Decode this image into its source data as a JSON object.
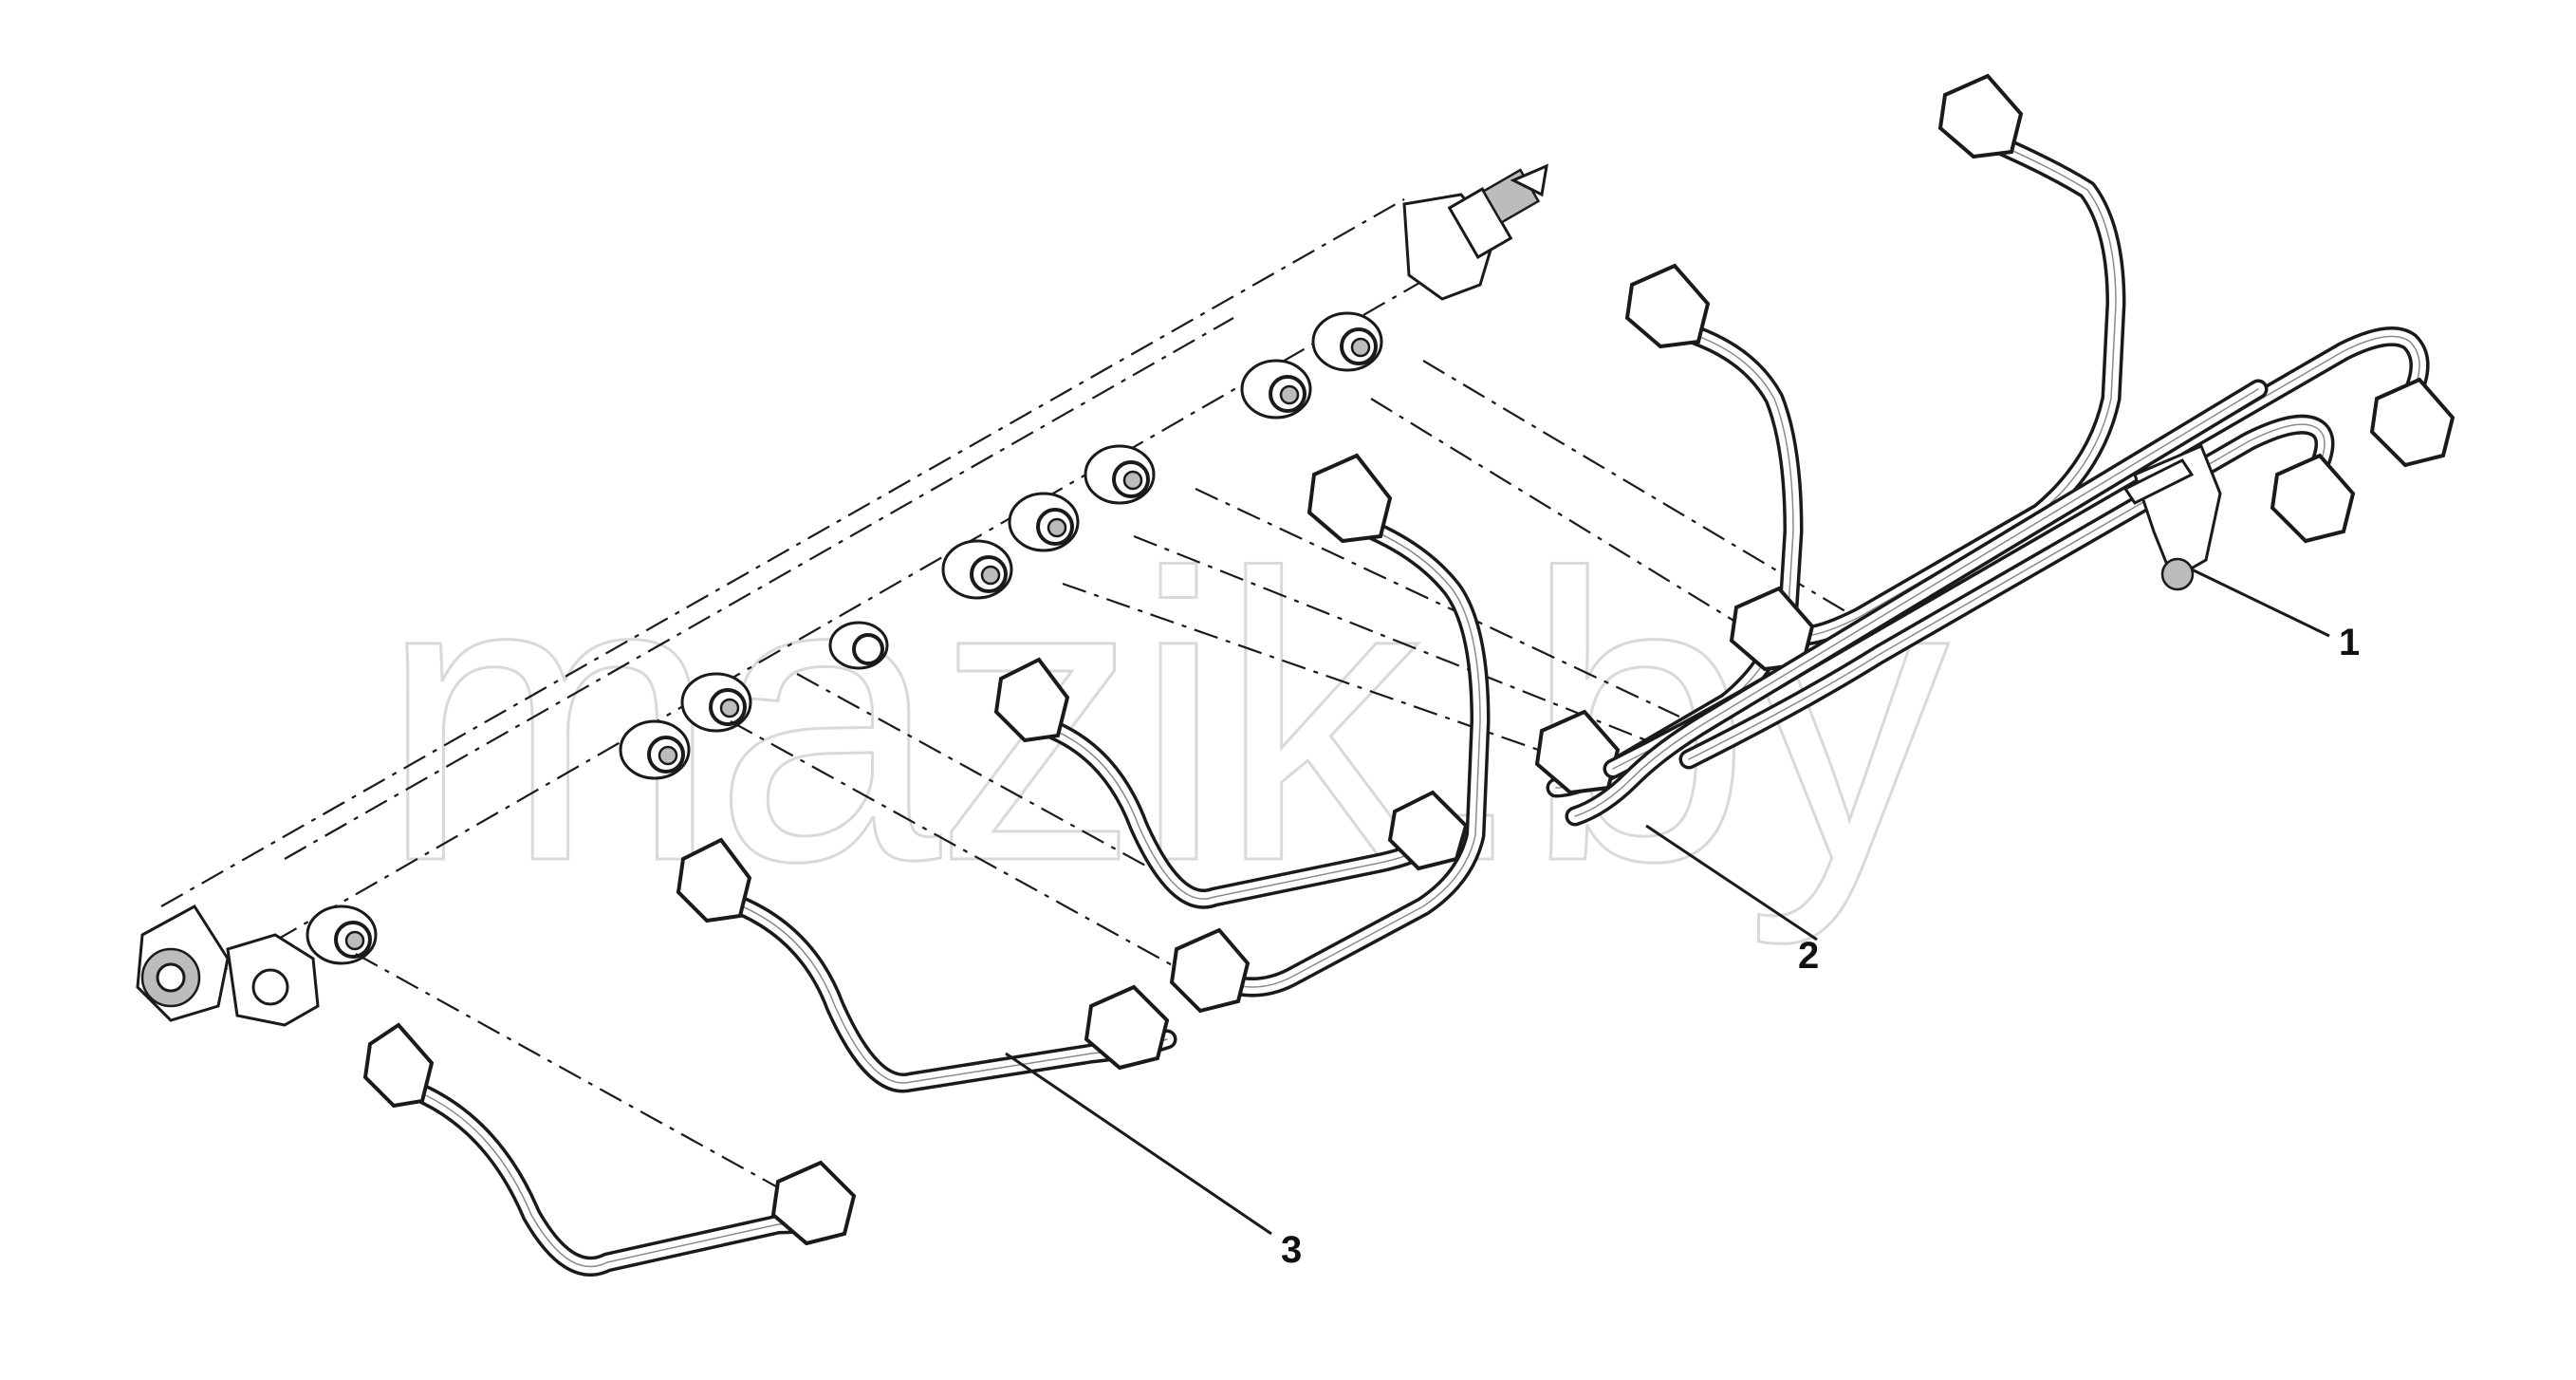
{
  "watermark": "mazik.by",
  "callouts": [
    {
      "id": "1",
      "label": "1"
    },
    {
      "id": "2",
      "label": "2"
    },
    {
      "id": "3",
      "label": "3"
    }
  ]
}
